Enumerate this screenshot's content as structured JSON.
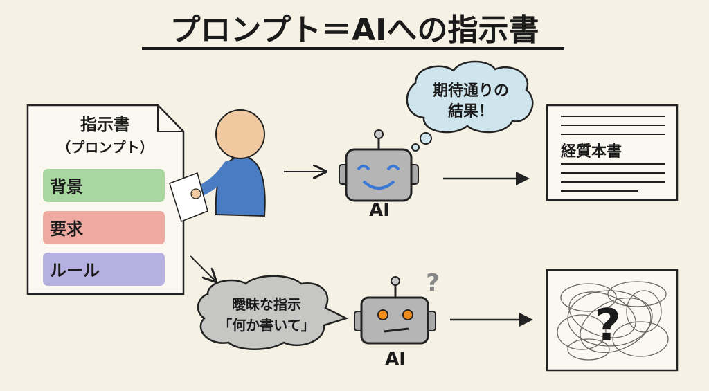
{
  "title": "プロンプト＝AIへの指示書",
  "instruction_doc": {
    "title": "指示書",
    "subtitle": "（プロンプト）",
    "items": [
      {
        "label": "背景",
        "color": "#a8d8a0"
      },
      {
        "label": "要求",
        "color": "#eea9a0"
      },
      {
        "label": "ルール",
        "color": "#b5b0e0"
      }
    ]
  },
  "good_path": {
    "ai_label": "AI",
    "thought_line1": "期待通りの",
    "thought_line2": "結果！",
    "result_doc_title": "経質本書"
  },
  "bad_path": {
    "speech_line1": "曖昧な指示",
    "speech_line2": "「何か書いて」",
    "ai_label": "AI",
    "robot_mark": "?",
    "result_mark": "?"
  }
}
